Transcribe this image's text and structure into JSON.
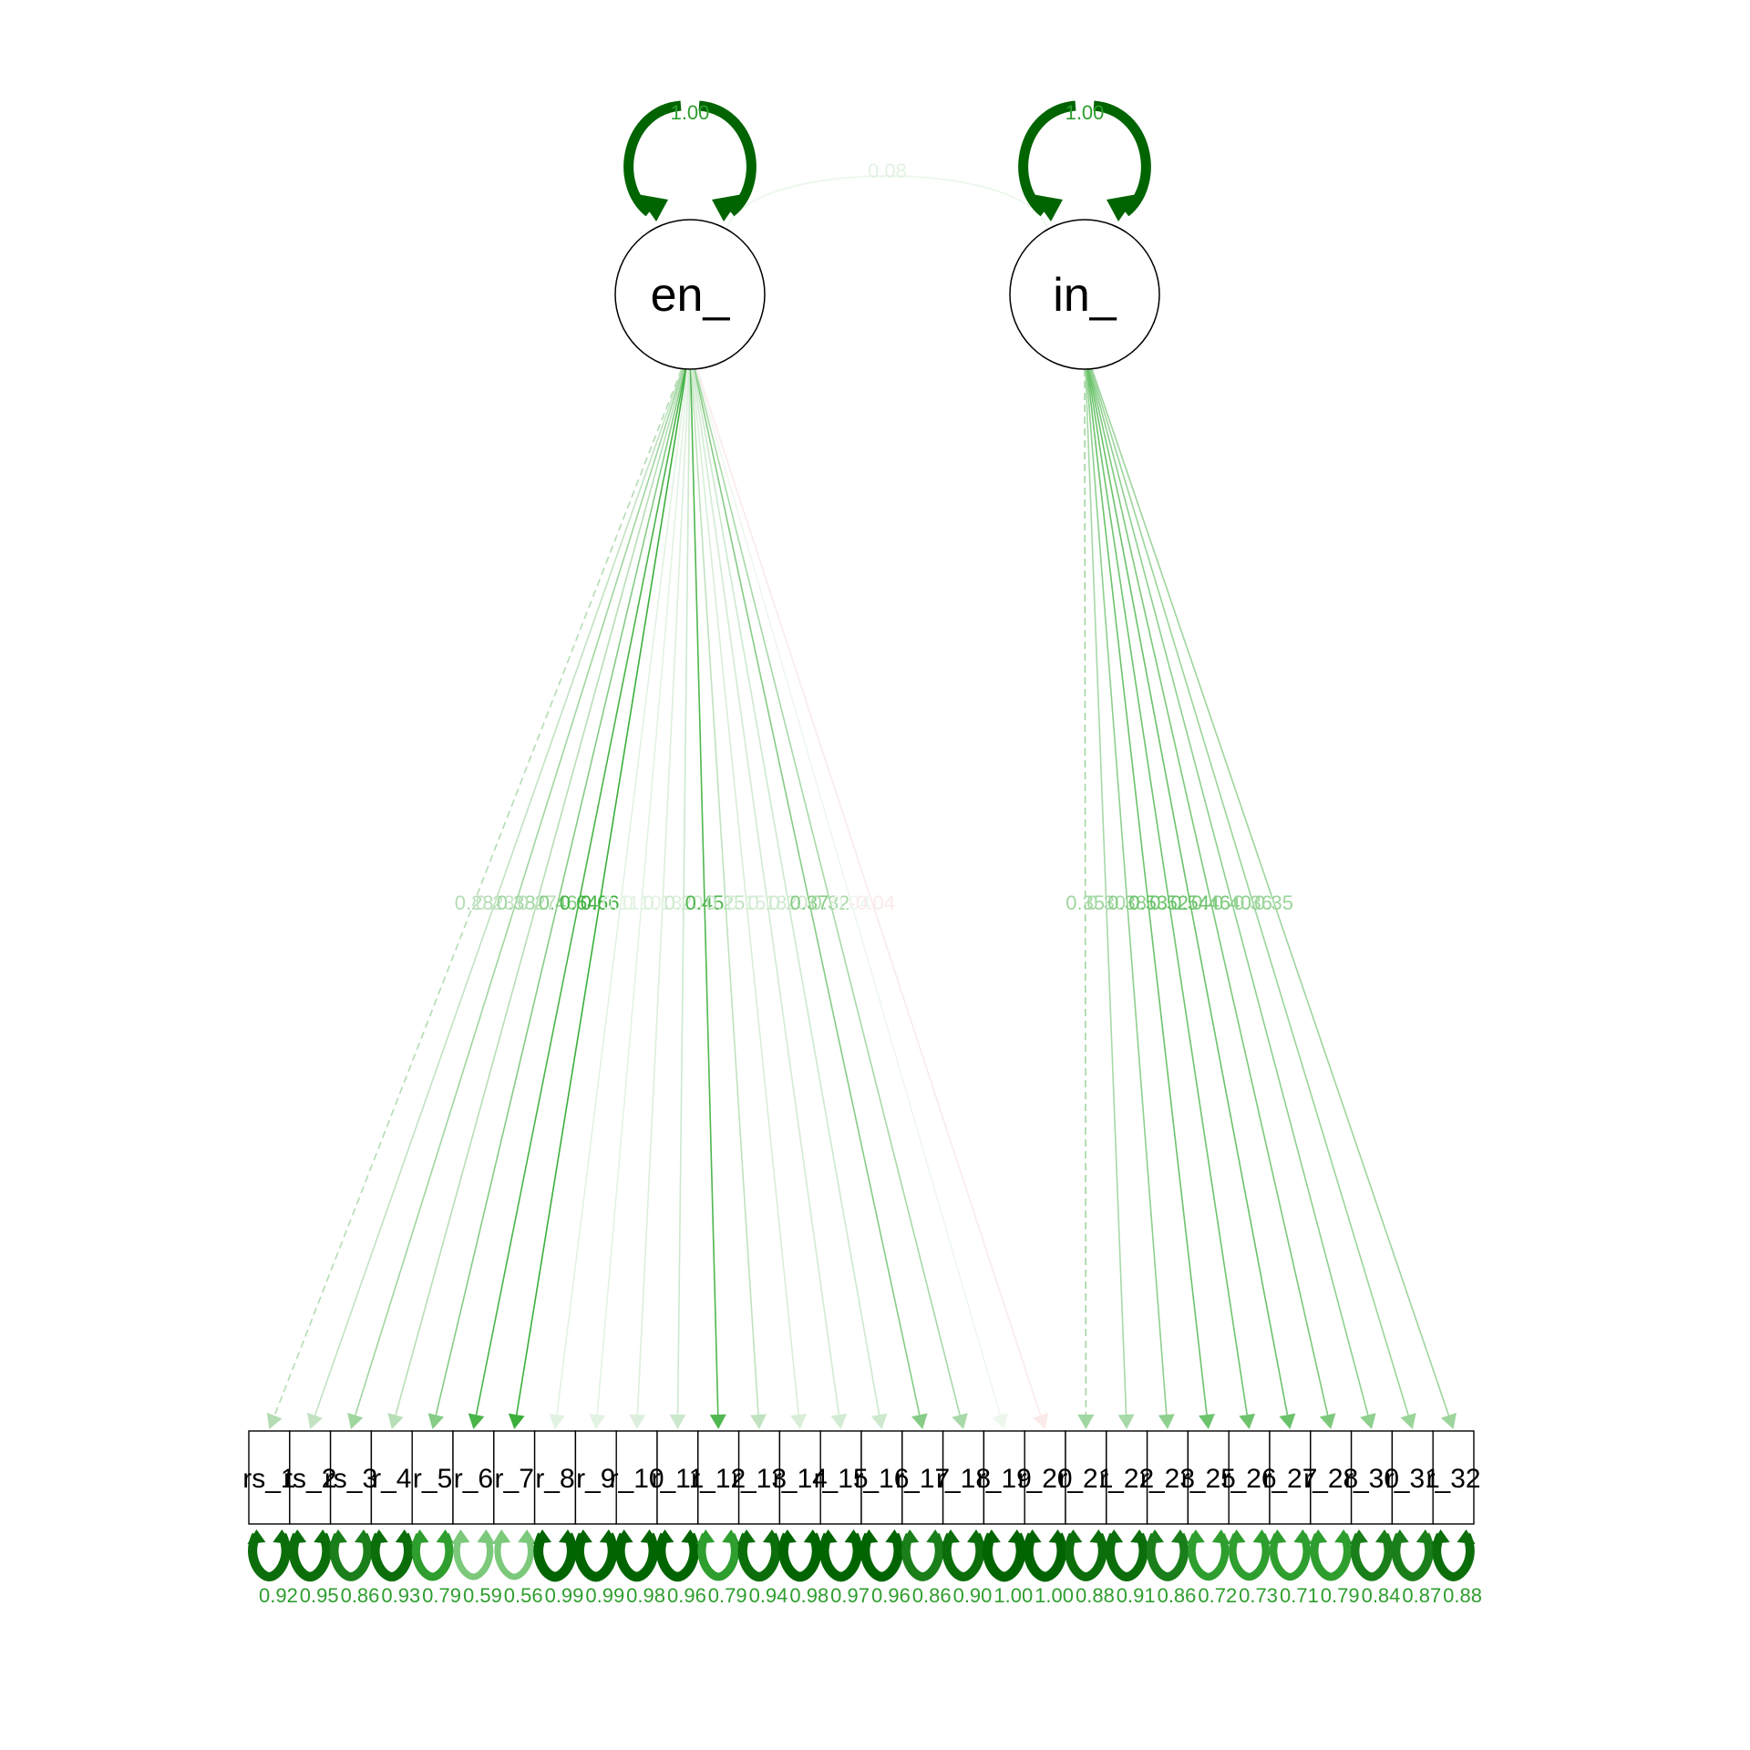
{
  "latents": [
    {
      "id": "en",
      "label": "en_",
      "variance": "1.00"
    },
    {
      "id": "in",
      "label": "in_",
      "variance": "1.00"
    }
  ],
  "covariance": {
    "from": "en",
    "to": "in",
    "value": "0.08"
  },
  "manifests": [
    {
      "label": "rs_1",
      "residual": "0.92",
      "factor": "en",
      "loading": "0.28",
      "color": "#b4dcb4",
      "dashed": true
    },
    {
      "label": "rs_2",
      "residual": "0.95",
      "factor": "en",
      "loading": "0.23",
      "color": "#c2e2c2",
      "dashed": false
    },
    {
      "label": "rs_3",
      "residual": "0.86",
      "factor": "en",
      "loading": "0.38",
      "color": "#a0d6a0",
      "dashed": false
    },
    {
      "label": "r_4",
      "residual": "0.93",
      "factor": "en",
      "loading": "0.27",
      "color": "#b8deb8",
      "dashed": false
    },
    {
      "label": "r_5",
      "residual": "0.79",
      "factor": "en",
      "loading": "0.46",
      "color": "#86cc86",
      "dashed": false
    },
    {
      "label": "r_6",
      "residual": "0.59",
      "factor": "en",
      "loading": "0.64",
      "color": "#49b449",
      "dashed": false
    },
    {
      "label": "r_7",
      "residual": "0.56",
      "factor": "en",
      "loading": "0.66",
      "color": "#3caf3c",
      "dashed": false
    },
    {
      "label": "r_8",
      "residual": "0.99",
      "factor": "en",
      "loading": "0.11",
      "color": "#e2f2e2",
      "dashed": false
    },
    {
      "label": "r_9",
      "residual": "0.99",
      "factor": "en",
      "loading": "0.10",
      "color": "#e3f3e3",
      "dashed": false
    },
    {
      "label": "r_10",
      "residual": "0.98",
      "factor": "en",
      "loading": "0.13",
      "color": "#dcefdc",
      "dashed": false
    },
    {
      "label": "r_11",
      "residual": "0.96",
      "factor": "en",
      "loading": "0.20",
      "color": "#cce8cc",
      "dashed": false
    },
    {
      "label": "r_12",
      "residual": "0.79",
      "factor": "en",
      "loading": "0.45",
      "color": "#4fb74f",
      "dashed": false
    },
    {
      "label": "r_13",
      "residual": "0.94",
      "factor": "en",
      "loading": "0.25",
      "color": "#c0e2c0",
      "dashed": false
    },
    {
      "label": "r_14",
      "residual": "0.98",
      "factor": "en",
      "loading": "0.15",
      "color": "#d8eed8",
      "dashed": false
    },
    {
      "label": "r_15",
      "residual": "0.97",
      "factor": "en",
      "loading": "0.18",
      "color": "#d2ebd2",
      "dashed": false
    },
    {
      "label": "r_16",
      "residual": "0.96",
      "factor": "en",
      "loading": "0.20",
      "color": "#cde8cd",
      "dashed": false
    },
    {
      "label": "r_17",
      "residual": "0.86",
      "factor": "en",
      "loading": "0.37",
      "color": "#86cc86",
      "dashed": false
    },
    {
      "label": "r_18",
      "residual": "0.90",
      "factor": "en",
      "loading": "0.32",
      "color": "#a8d9a8",
      "dashed": false
    },
    {
      "label": "r_19",
      "residual": "1.00",
      "factor": "en",
      "loading": "0.04",
      "color": "#eef7ee",
      "dashed": false
    },
    {
      "label": "r_20",
      "residual": "1.00",
      "factor": "en",
      "loading": "-0.04",
      "color": "#fbeaea",
      "dashed": false
    },
    {
      "label": "r_21",
      "residual": "0.88",
      "factor": "in",
      "loading": "0.35",
      "color": "#a0d6a0",
      "dashed": true
    },
    {
      "label": "r_22",
      "residual": "0.91",
      "factor": "in",
      "loading": "0.30",
      "color": "#a8d9a8",
      "dashed": false
    },
    {
      "label": "r_23",
      "residual": "0.86",
      "factor": "in",
      "loading": "0.38",
      "color": "#8ed08e",
      "dashed": false
    },
    {
      "label": "r_25",
      "residual": "0.72",
      "factor": "in",
      "loading": "0.53",
      "color": "#6cc36c",
      "dashed": false
    },
    {
      "label": "r_26",
      "residual": "0.73",
      "factor": "in",
      "loading": "0.52",
      "color": "#6ec46e",
      "dashed": false
    },
    {
      "label": "r_27",
      "residual": "0.71",
      "factor": "in",
      "loading": "0.54",
      "color": "#6ac26a",
      "dashed": false
    },
    {
      "label": "r_28",
      "residual": "0.79",
      "factor": "in",
      "loading": "0.46",
      "color": "#7cc97c",
      "dashed": false
    },
    {
      "label": "r_30",
      "residual": "0.84",
      "factor": "in",
      "loading": "0.40",
      "color": "#8ed08e",
      "dashed": false
    },
    {
      "label": "r_31",
      "residual": "0.87",
      "factor": "in",
      "loading": "0.36",
      "color": "#9ad59a",
      "dashed": false
    },
    {
      "label": "r_32",
      "residual": "0.88",
      "factor": "in",
      "loading": "0.35",
      "color": "#9dd59d",
      "dashed": false
    }
  ],
  "colors": {
    "variance_arrow": "#006400",
    "covariance": "#eef8ee",
    "residual_label": "#2e9e2e",
    "node_stroke": "#000000"
  }
}
